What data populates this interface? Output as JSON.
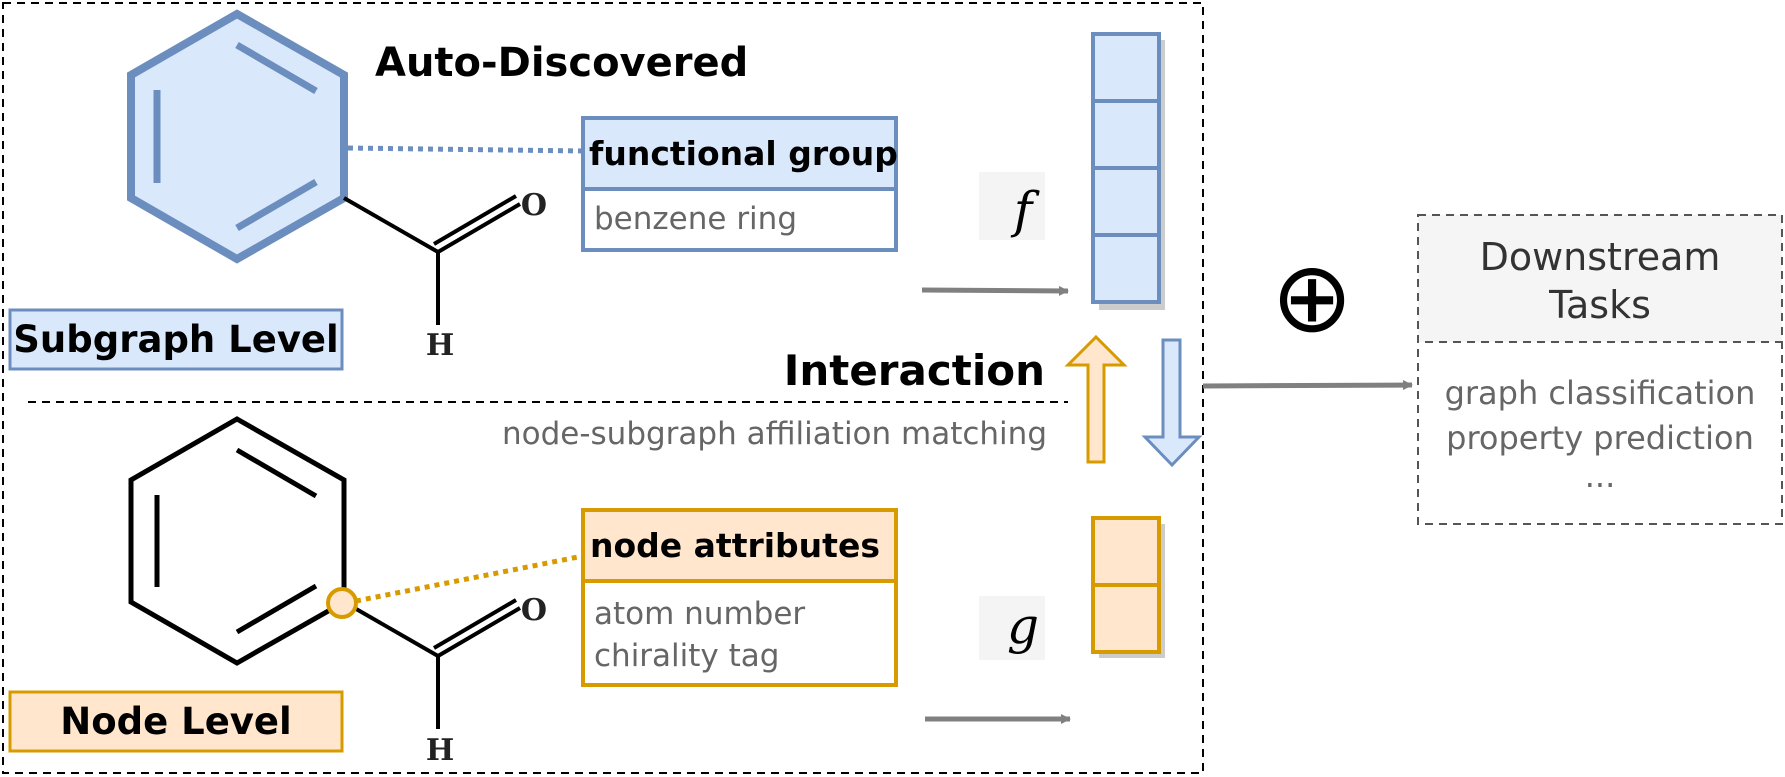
{
  "subgraph": {
    "auto_label": "Auto-Discovered",
    "card_title": "functional group",
    "card_value": "benzene ring",
    "level_label": "Subgraph Level",
    "atom_o": "O",
    "atom_h": "H",
    "vector_symbol": "f"
  },
  "interaction": {
    "title": "Interaction",
    "subtitle": "node-subgraph affiliation matching"
  },
  "node": {
    "card_title": "node attributes",
    "card_values": [
      "atom number",
      "chirality tag"
    ],
    "level_label": "Node Level",
    "atom_o": "O",
    "atom_h": "H",
    "vector_symbol": "g"
  },
  "combine_symbol": "⊕",
  "downstream": {
    "title_lines": [
      "Downstream",
      "Tasks"
    ],
    "items": [
      "graph classification",
      "property prediction",
      "..."
    ]
  },
  "colors": {
    "blue_stroke": "#6c8ebf",
    "blue_fill": "#dae8fc",
    "orange_stroke": "#d79b00",
    "orange_fill": "#ffe6cc",
    "arrow_gray": "#808080"
  }
}
